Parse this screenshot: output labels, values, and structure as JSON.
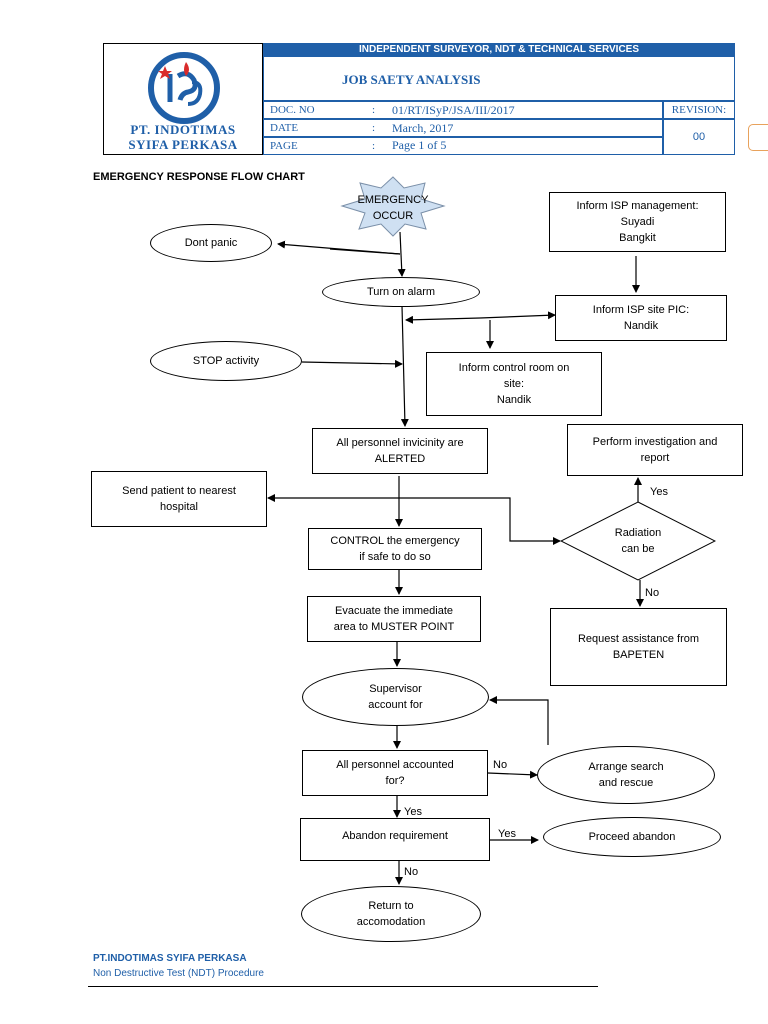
{
  "header": {
    "company_line1": "PT. INDOTIMAS",
    "company_line2": "SYIFA  PERKASA",
    "band": "INDEPENDENT SURVEYOR, NDT & TECHNICAL SERVICES",
    "title": "JOB SAETY ANALYSIS",
    "rows": [
      {
        "label": "DOC. NO",
        "sep": ":",
        "value": "01/RT/ISyP/JSA/III/2017"
      },
      {
        "label": "DATE",
        "sep": ":",
        "value": "March, 2017"
      },
      {
        "label": "PAGE",
        "sep": ":",
        "value": "Page 1 of 5"
      }
    ],
    "revision_label": "REVISION:",
    "revision_value": "00"
  },
  "chart_title": "EMERGENCY RESPONSE FLOW CHART",
  "nodes": {
    "emergency": [
      "EMERGENCY",
      "OCCUR"
    ],
    "dont_panic": "Dont panic",
    "turn_on_alarm": "Turn on alarm",
    "stop_activity": "STOP activity",
    "inform_isp_mgmt": [
      "Inform ISP management:",
      "Suyadi",
      "Bangkit"
    ],
    "inform_isp_pic": [
      "Inform ISP site PIC:",
      "Nandik"
    ],
    "inform_control_room": [
      "Inform control room on",
      "site:",
      "Nandik"
    ],
    "all_alerted": [
      "All personnel invicinity are",
      "ALERTED"
    ],
    "send_patient": [
      "Send patient to nearest",
      "hospital"
    ],
    "control_emergency": [
      "CONTROL the emergency",
      "if safe  to do so"
    ],
    "perform_investigation": [
      "Perform investigation and",
      "report"
    ],
    "radiation": [
      "Radiation",
      "can be"
    ],
    "request_bapeten": [
      "Request assistance from",
      "BAPETEN"
    ],
    "evacuate": [
      "Evacuate the immediate",
      "area to MUSTER POINT"
    ],
    "supervisor": [
      "Supervisor",
      "account for"
    ],
    "all_accounted": [
      "All personnel accounted",
      "for?"
    ],
    "arrange_search": [
      "Arrange search",
      "and rescue"
    ],
    "abandon_req": "Abandon requirement",
    "proceed_abandon": "Proceed abandon",
    "return_accom": [
      "Return to",
      "accomodation"
    ]
  },
  "labels": {
    "yes_radiation": "Yes",
    "no_radiation": "No",
    "no_accounted": "No",
    "yes_accounted": "Yes",
    "yes_abandon": "Yes",
    "no_abandon": "No"
  },
  "footer": {
    "company": "PT.INDOTIMAS SYIFA PERKASA",
    "procedure": "Non Destructive Test (NDT) Procedure"
  },
  "colors": {
    "brand_blue": "#1f5fa8",
    "logo_red": "#d92b2b",
    "star_fill": "#cfe0f2",
    "tab_orange": "#e8a25c"
  }
}
